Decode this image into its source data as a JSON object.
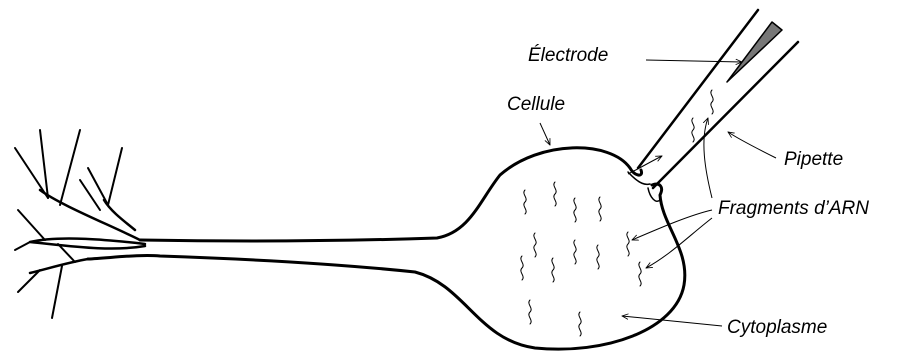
{
  "labels": {
    "electrode": "Électrode",
    "cellule": "Cellule",
    "pipette": "Pipette",
    "fragments": "Fragments d’ARN",
    "cytoplasme": "Cytoplasme"
  },
  "colors": {
    "ink": "#000000",
    "electrode_tip": "#777777",
    "background": "#ffffff"
  }
}
